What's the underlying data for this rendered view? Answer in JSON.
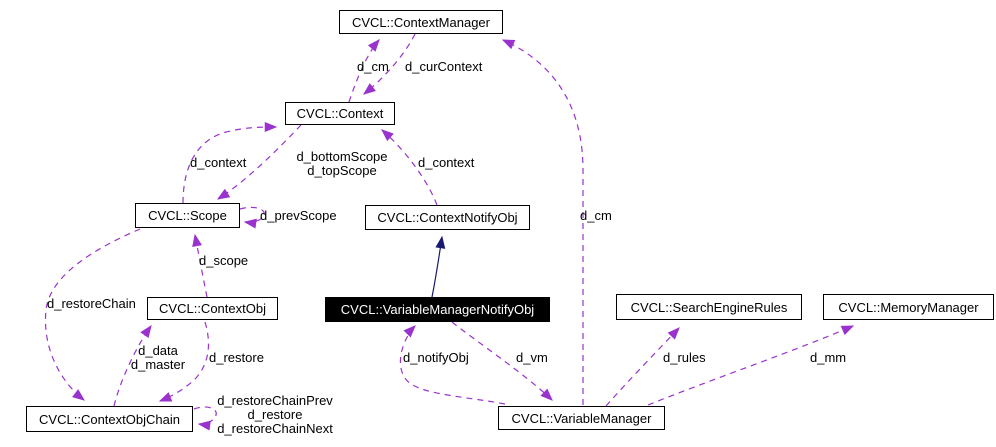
{
  "diagram": {
    "kind": "doxygen-collaboration-graph",
    "usage_edge_color": "#9a32cd",
    "inheritance_edge_color": "#191970",
    "current_node_bg": "#000000",
    "nodes": [
      {
        "id": "context-manager",
        "label": "CVCL::ContextManager"
      },
      {
        "id": "context",
        "label": "CVCL::Context"
      },
      {
        "id": "scope",
        "label": "CVCL::Scope"
      },
      {
        "id": "context-notify-obj",
        "label": "CVCL::ContextNotifyObj"
      },
      {
        "id": "context-obj",
        "label": "CVCL::ContextObj"
      },
      {
        "id": "variable-manager-notify-obj",
        "label": "CVCL::VariableManagerNotifyObj",
        "highlighted": true
      },
      {
        "id": "search-engine-rules",
        "label": "CVCL::SearchEngineRules"
      },
      {
        "id": "memory-manager",
        "label": "CVCL::MemoryManager"
      },
      {
        "id": "context-obj-chain",
        "label": "CVCL::ContextObjChain"
      },
      {
        "id": "variable-manager",
        "label": "CVCL::VariableManager"
      }
    ],
    "edge_labels": {
      "cm_context": "d_cm",
      "cur_context": "d_curContext",
      "context_from_scope": "d_context",
      "bottom_scope": "d_bottomScope",
      "top_scope": "d_topScope",
      "context_from_notify": "d_context",
      "prev_scope": "d_prevScope",
      "scope": "d_scope",
      "restore_chain": "d_restoreChain",
      "data": "d_data",
      "master": "d_master",
      "restore": "d_restore",
      "notify_obj": "d_notifyObj",
      "vm": "d_vm",
      "cm_vm": "d_cm",
      "rules": "d_rules",
      "mm": "d_mm",
      "restore_chain_prev": "d_restoreChainPrev",
      "restore_self": "d_restore",
      "restore_chain_next": "d_restoreChainNext"
    },
    "relations": [
      {
        "from": "CVCL::Context",
        "to": "CVCL::ContextManager",
        "label": "d_cm",
        "style": "dashed"
      },
      {
        "from": "CVCL::ContextManager",
        "to": "CVCL::Context",
        "label": "d_curContext",
        "style": "dashed"
      },
      {
        "from": "CVCL::VariableManager",
        "to": "CVCL::ContextManager",
        "label": "d_cm",
        "style": "dashed"
      },
      {
        "from": "CVCL::Scope",
        "to": "CVCL::Context",
        "label": "d_context",
        "style": "dashed"
      },
      {
        "from": "CVCL::Context",
        "to": "CVCL::Scope",
        "label": "d_bottomScope d_topScope",
        "style": "dashed"
      },
      {
        "from": "CVCL::Scope",
        "to": "CVCL::Scope",
        "label": "d_prevScope",
        "style": "dashed"
      },
      {
        "from": "CVCL::ContextNotifyObj",
        "to": "CVCL::Context",
        "label": "d_context",
        "style": "dashed"
      },
      {
        "from": "CVCL::ContextObj",
        "to": "CVCL::Scope",
        "label": "d_scope",
        "style": "dashed"
      },
      {
        "from": "CVCL::Scope",
        "to": "CVCL::ContextObjChain",
        "label": "d_restoreChain",
        "style": "dashed"
      },
      {
        "from": "CVCL::ContextObjChain",
        "to": "CVCL::ContextObj",
        "label": "d_data d_master",
        "style": "dashed"
      },
      {
        "from": "CVCL::ContextObj",
        "to": "CVCL::ContextObjChain",
        "label": "d_restore",
        "style": "dashed"
      },
      {
        "from": "CVCL::ContextObjChain",
        "to": "CVCL::ContextObjChain",
        "label": "d_restoreChainPrev d_restore d_restoreChainNext",
        "style": "dashed"
      },
      {
        "from": "CVCL::VariableManagerNotifyObj",
        "to": "CVCL::ContextNotifyObj",
        "label": "",
        "style": "solid-inheritance"
      },
      {
        "from": "CVCL::VariableManager",
        "to": "CVCL::VariableManagerNotifyObj",
        "label": "d_notifyObj",
        "style": "dashed"
      },
      {
        "from": "CVCL::VariableManagerNotifyObj",
        "to": "CVCL::VariableManager",
        "label": "d_vm",
        "style": "dashed"
      },
      {
        "from": "CVCL::VariableManager",
        "to": "CVCL::SearchEngineRules",
        "label": "d_rules",
        "style": "dashed"
      },
      {
        "from": "CVCL::VariableManager",
        "to": "CVCL::MemoryManager",
        "label": "d_mm",
        "style": "dashed"
      }
    ]
  }
}
